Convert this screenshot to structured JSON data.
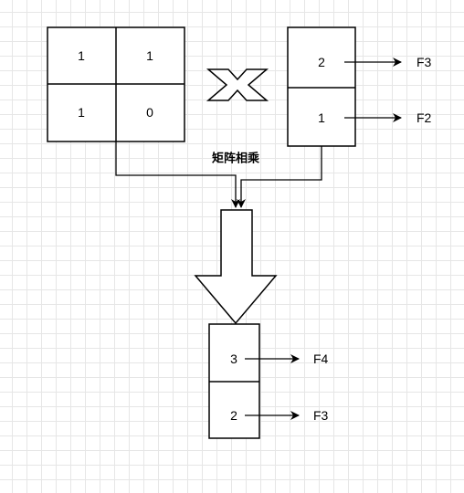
{
  "matrix": {
    "cells": [
      "1",
      "1",
      "1",
      "0"
    ]
  },
  "multiply_symbol": "×",
  "vector_in": {
    "cells": [
      "2",
      "1"
    ],
    "labels": [
      "F3",
      "F2"
    ]
  },
  "operation_label": "矩阵相乘",
  "vector_out": {
    "cells": [
      "3",
      "2"
    ],
    "labels": [
      "F4",
      "F3"
    ]
  }
}
